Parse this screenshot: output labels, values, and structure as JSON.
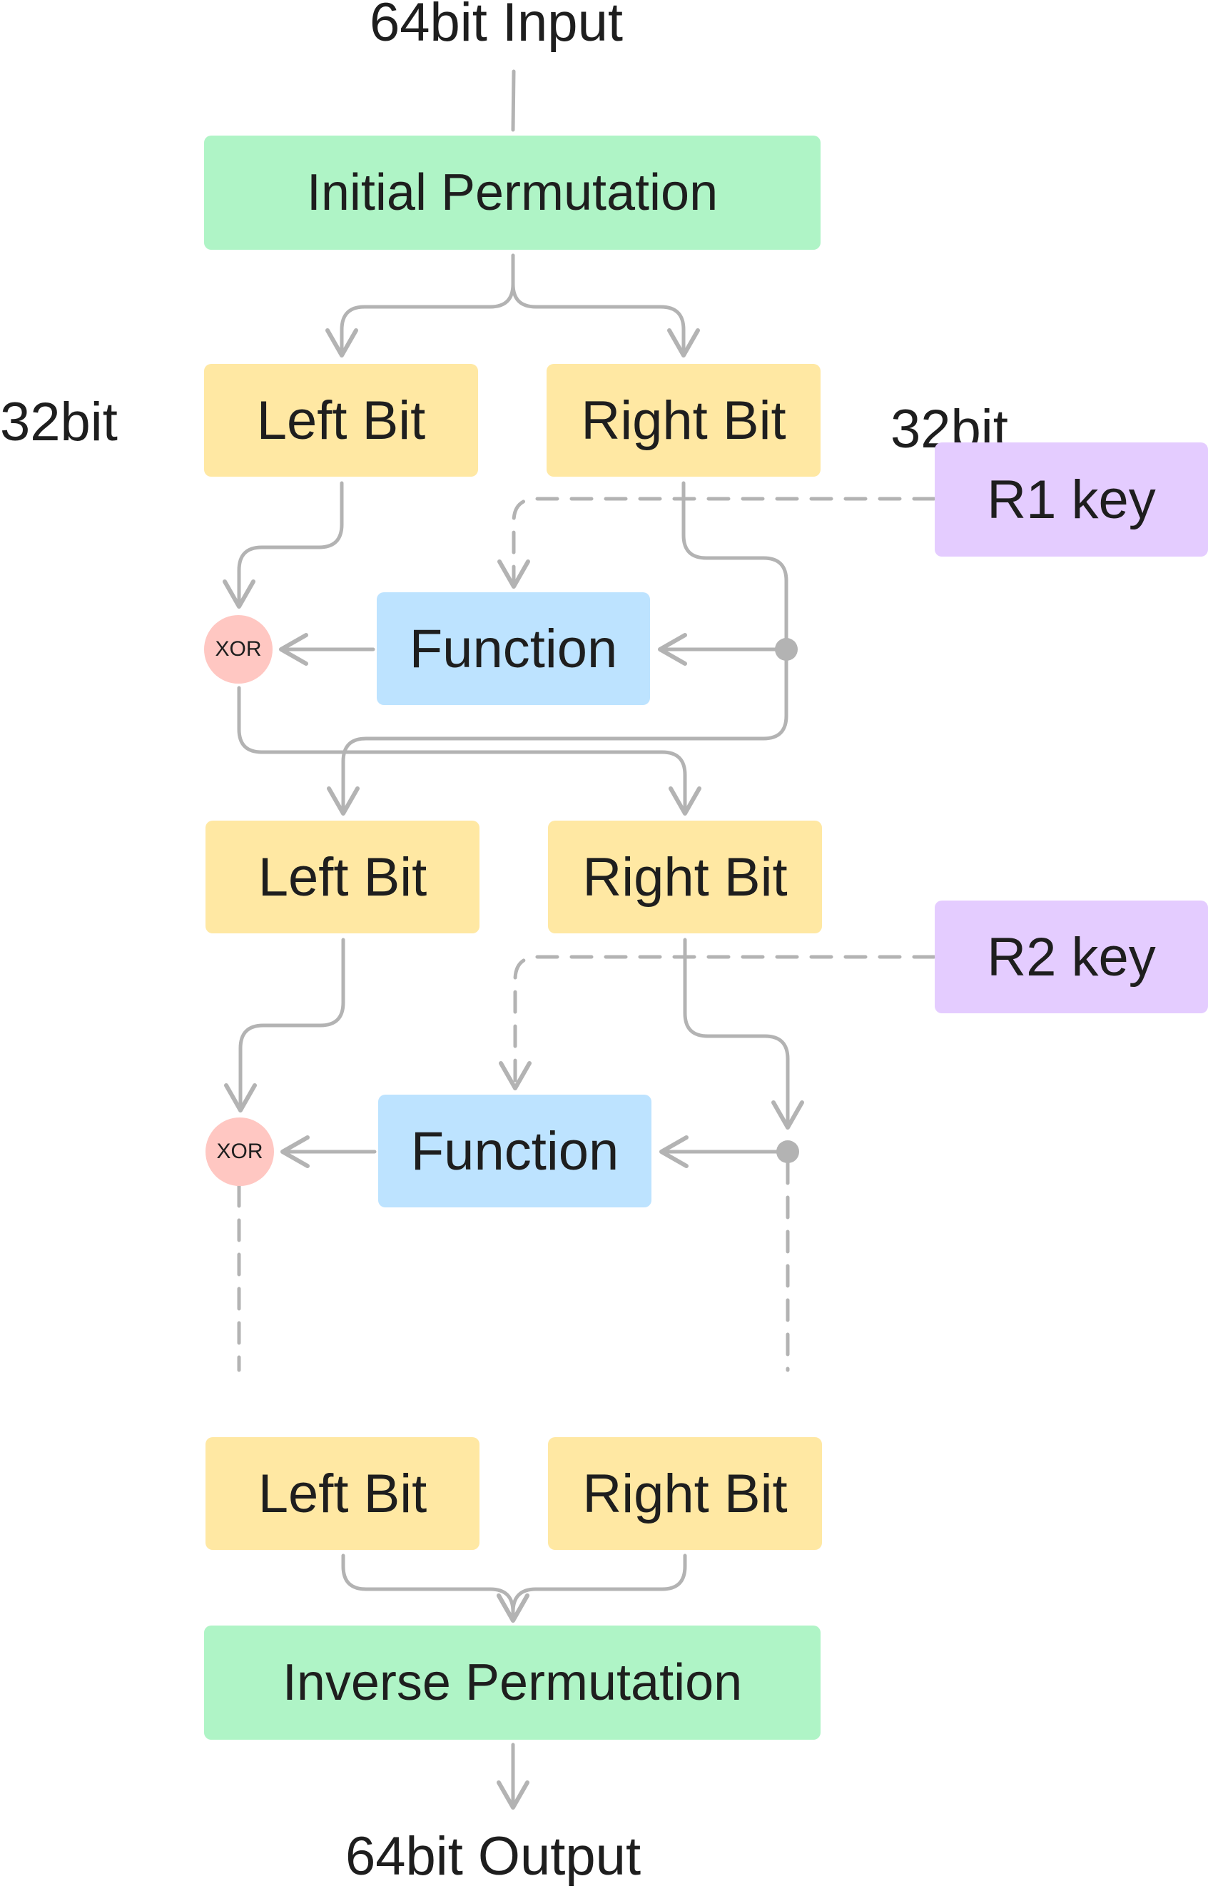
{
  "labels": {
    "input": "64bit Input",
    "output": "64bit Output",
    "left_width": "32bit",
    "right_width": "32bit"
  },
  "permutations": {
    "initial": "Initial Permutation",
    "inverse": "Inverse Permutation"
  },
  "rounds": [
    {
      "left": "Left Bit",
      "right": "Right Bit",
      "function": "Function",
      "xor": "XOR",
      "key": "R1 key"
    },
    {
      "left": "Left Bit",
      "right": "Right Bit",
      "function": "Function",
      "xor": "XOR",
      "key": "R2 key"
    }
  ],
  "final": {
    "left": "Left Bit",
    "right": "Right Bit"
  },
  "colors": {
    "permutation": "#aff4c6",
    "half": "#ffe8a3",
    "function": "#bde3ff",
    "key": "#e4ccff",
    "xor": "#ffc7c2",
    "connector": "#b3b3b3"
  }
}
